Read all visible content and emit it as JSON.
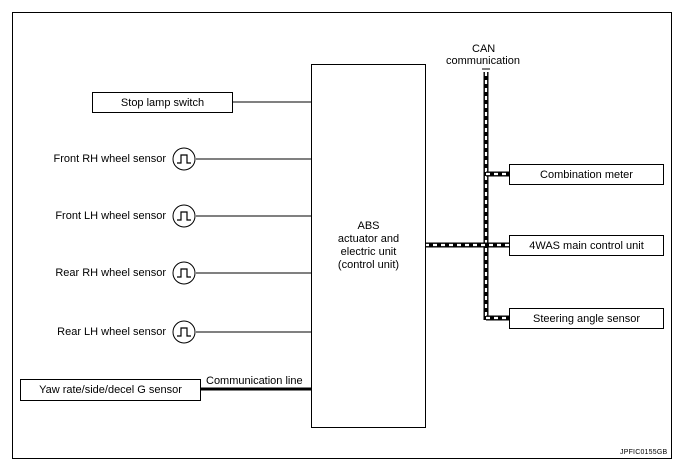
{
  "ecu": {
    "lines": [
      "ABS",
      "actuator and",
      "electric unit",
      "(control unit)"
    ]
  },
  "inputs": {
    "stop_lamp": "Stop lamp switch",
    "front_rh": "Front RH wheel sensor",
    "front_lh": "Front LH wheel sensor",
    "rear_rh": "Rear RH wheel sensor",
    "rear_lh": "Rear LH wheel sensor",
    "yaw_sensor": "Yaw rate/side/decel G sensor",
    "comm_line": "Communication line"
  },
  "can": {
    "label_line1": "CAN",
    "label_line2": "communication",
    "nodes": {
      "combination_meter": "Combination meter",
      "fourwas": "4WAS main control unit",
      "steering": "Steering angle sensor"
    }
  },
  "figure_code": "JPFIC0155GB",
  "icons": {
    "wheel_sensor": "pulse-signal-icon"
  }
}
